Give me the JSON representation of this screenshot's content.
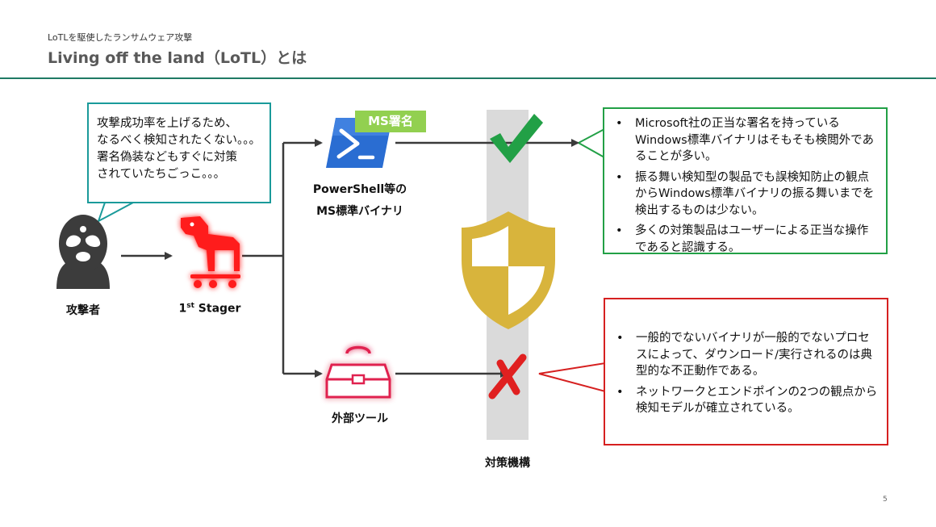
{
  "header": {
    "subtitle": "LoTLを駆使したランサムウェア攻撃",
    "title": "Living off the land（LoTL）とは"
  },
  "attacker_bubble": {
    "text": "攻撃成功率を上げるため、\nなるべく検知されたくない。。。\n署名偽装などもすぐに対策\nされていたちごっこ。。。"
  },
  "nodes": {
    "attacker_label": "攻撃者",
    "stager_base": "1",
    "stager_sup": "st",
    "stager_rest": " Stager",
    "ms_binary_line1": "PowerShell等の",
    "ms_binary_line2": "MS標準バイナリ",
    "external_tool_label": "外部ツール",
    "countermeasure_label": "対策機構",
    "ms_signature_badge": "MS署名"
  },
  "green_box": {
    "items": [
      "Microsoft社の正当な署名を持っているWindows標準バイナリはそもそも検閲外であることが多い。",
      "振る舞い検知型の製品でも誤検知防止の観点からWindows標準バイナリの振る舞いまでを検出するものは少ない。",
      "多くの対策製品はユーザーによる正当な操作であると認識する。"
    ]
  },
  "red_box": {
    "items": [
      "一般的でないバイナリが一般的でないプロセスによって、ダウンロード/実行されるのは典型的な不正動作である。",
      "ネットワークとエンドポインの2つの観点から検知モデルが確立されている。"
    ]
  },
  "page_number": "5",
  "colors": {
    "accent_rule": "#1f7a64",
    "teal_border": "#1a9a9a",
    "green_border": "#22a046",
    "red_border": "#d62020",
    "badge_green": "#92d050",
    "shield_gold": "#d8b43c",
    "check_green": "#22a046",
    "cross_red": "#e02020",
    "trojan_red": "#ff1a1a"
  },
  "icons": {
    "attacker": "masked-attacker-icon",
    "stager": "trojan-horse-icon",
    "ms_binary": "powershell-icon",
    "external_tool": "toolbox-icon",
    "shield": "shield-icon",
    "check": "checkmark-icon",
    "cross": "cross-icon"
  }
}
